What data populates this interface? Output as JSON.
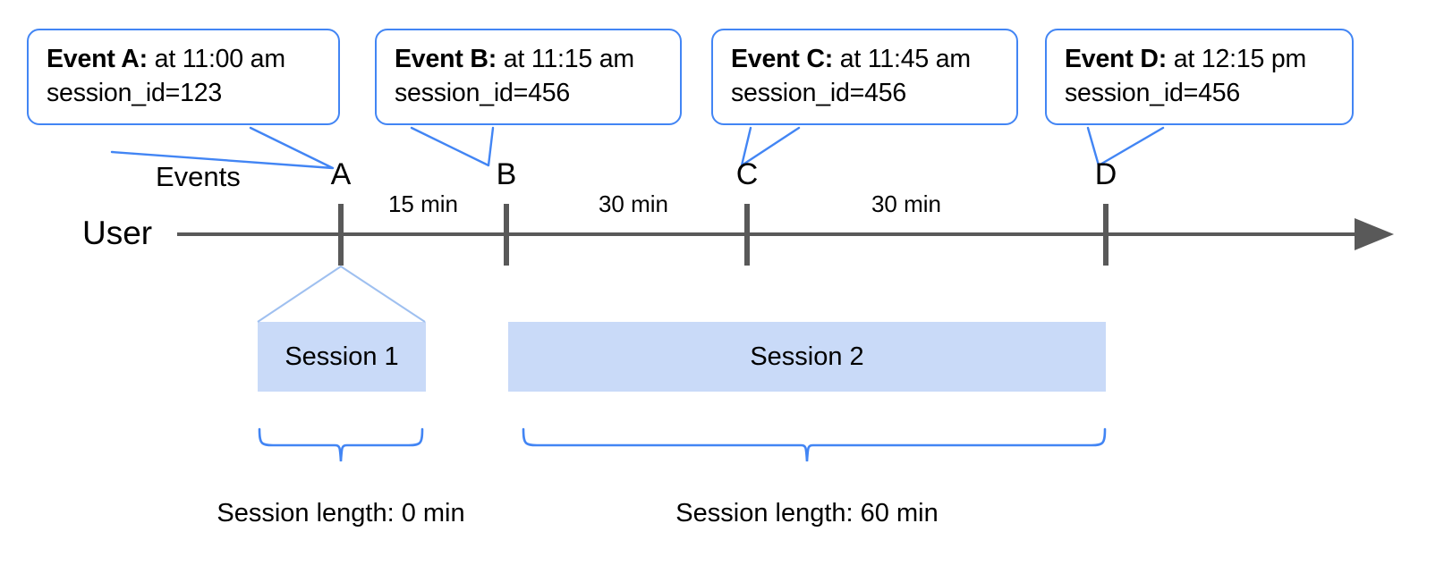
{
  "diagram": {
    "title_row_label": "Events",
    "axis_label": "User",
    "accent_blue": "#4285f4",
    "session_fill": "#c9daf8",
    "axis_color": "#595959"
  },
  "callouts": [
    {
      "name": "event-a",
      "bold": "Event A:",
      "rest": " at 11:00 am",
      "line2": "session_id=123"
    },
    {
      "name": "event-b",
      "bold": "Event B:",
      "rest": " at 11:15 am",
      "line2": "session_id=456"
    },
    {
      "name": "event-c",
      "bold": "Event C:",
      "rest": " at 11:45 am",
      "line2": "session_id=456"
    },
    {
      "name": "event-d",
      "bold": "Event D:",
      "rest": " at 12:15 pm",
      "line2": "session_id=456"
    }
  ],
  "events": [
    {
      "letter": "A",
      "time": "11:00 am",
      "session_id": "123"
    },
    {
      "letter": "B",
      "time": "11:15 am",
      "session_id": "456"
    },
    {
      "letter": "C",
      "time": "11:45 am",
      "session_id": "456"
    },
    {
      "letter": "D",
      "time": "12:15 pm",
      "session_id": "456"
    }
  ],
  "gaps": [
    {
      "label": "15 min",
      "from": "A",
      "to": "B"
    },
    {
      "label": "30 min",
      "from": "B",
      "to": "C"
    },
    {
      "label": "30 min",
      "from": "C",
      "to": "D"
    }
  ],
  "sessions": [
    {
      "label": "Session 1",
      "length_label": "Session length: 0 min"
    },
    {
      "label": "Session 2",
      "length_label": "Session length: 60 min"
    }
  ],
  "chart_data": {
    "type": "timeline",
    "title": "",
    "xlabel": "User",
    "ylabel": "",
    "grid": false,
    "legend": "none",
    "x_unit": "minutes",
    "x": [
      0,
      15,
      45,
      75
    ],
    "point_labels": [
      "A",
      "B",
      "C",
      "D"
    ],
    "point_times": [
      "11:00 am",
      "11:15 am",
      "11:45 am",
      "12:15 pm"
    ],
    "point_session_ids": [
      "123",
      "456",
      "456",
      "456"
    ],
    "intervals_min": [
      15,
      30,
      30
    ],
    "series": [
      {
        "name": "Session 1",
        "start_min": 0,
        "end_min": 0,
        "length_min": 0,
        "events": [
          "A"
        ]
      },
      {
        "name": "Session 2",
        "start_min": 15,
        "end_min": 75,
        "length_min": 60,
        "events": [
          "B",
          "C",
          "D"
        ]
      }
    ],
    "annotations": [
      "Event A: at 11:00 am session_id=123",
      "Event B: at 11:15 am session_id=456",
      "Event C: at 11:45 am session_id=456",
      "Event D: at 12:15 pm session_id=456",
      "Session length: 0 min",
      "Session length: 60 min"
    ]
  }
}
